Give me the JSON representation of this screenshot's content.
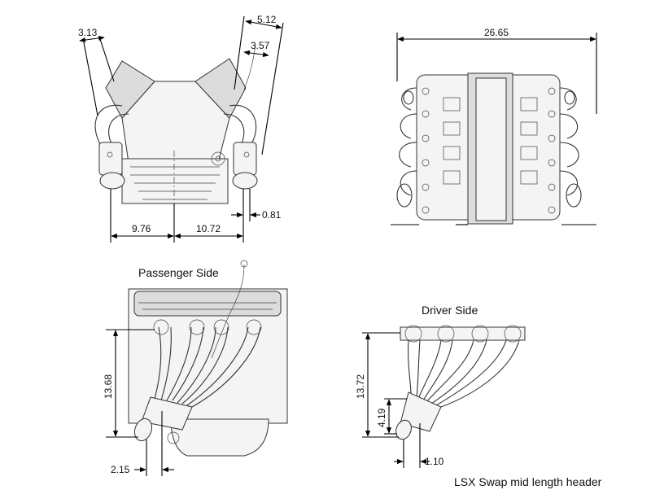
{
  "caption": "LSX Swap mid length header",
  "views": {
    "front": {
      "dims": {
        "top_left": "3.13",
        "top_right_outer": "5.12",
        "top_right_inner": "3.57",
        "bottom_left": "9.76",
        "bottom_right": "10.72",
        "bottom_small": "0.81"
      }
    },
    "top": {
      "dims": {
        "width": "26.65"
      }
    },
    "passenger": {
      "title": "Passenger Side",
      "dims": {
        "height": "13.68",
        "offset": "2.15"
      }
    },
    "driver": {
      "title": "Driver Side",
      "dims": {
        "height": "13.72",
        "collector": "4.19",
        "offset": "1.10"
      }
    }
  },
  "colors": {
    "line": "#222222",
    "background": "#ffffff"
  }
}
